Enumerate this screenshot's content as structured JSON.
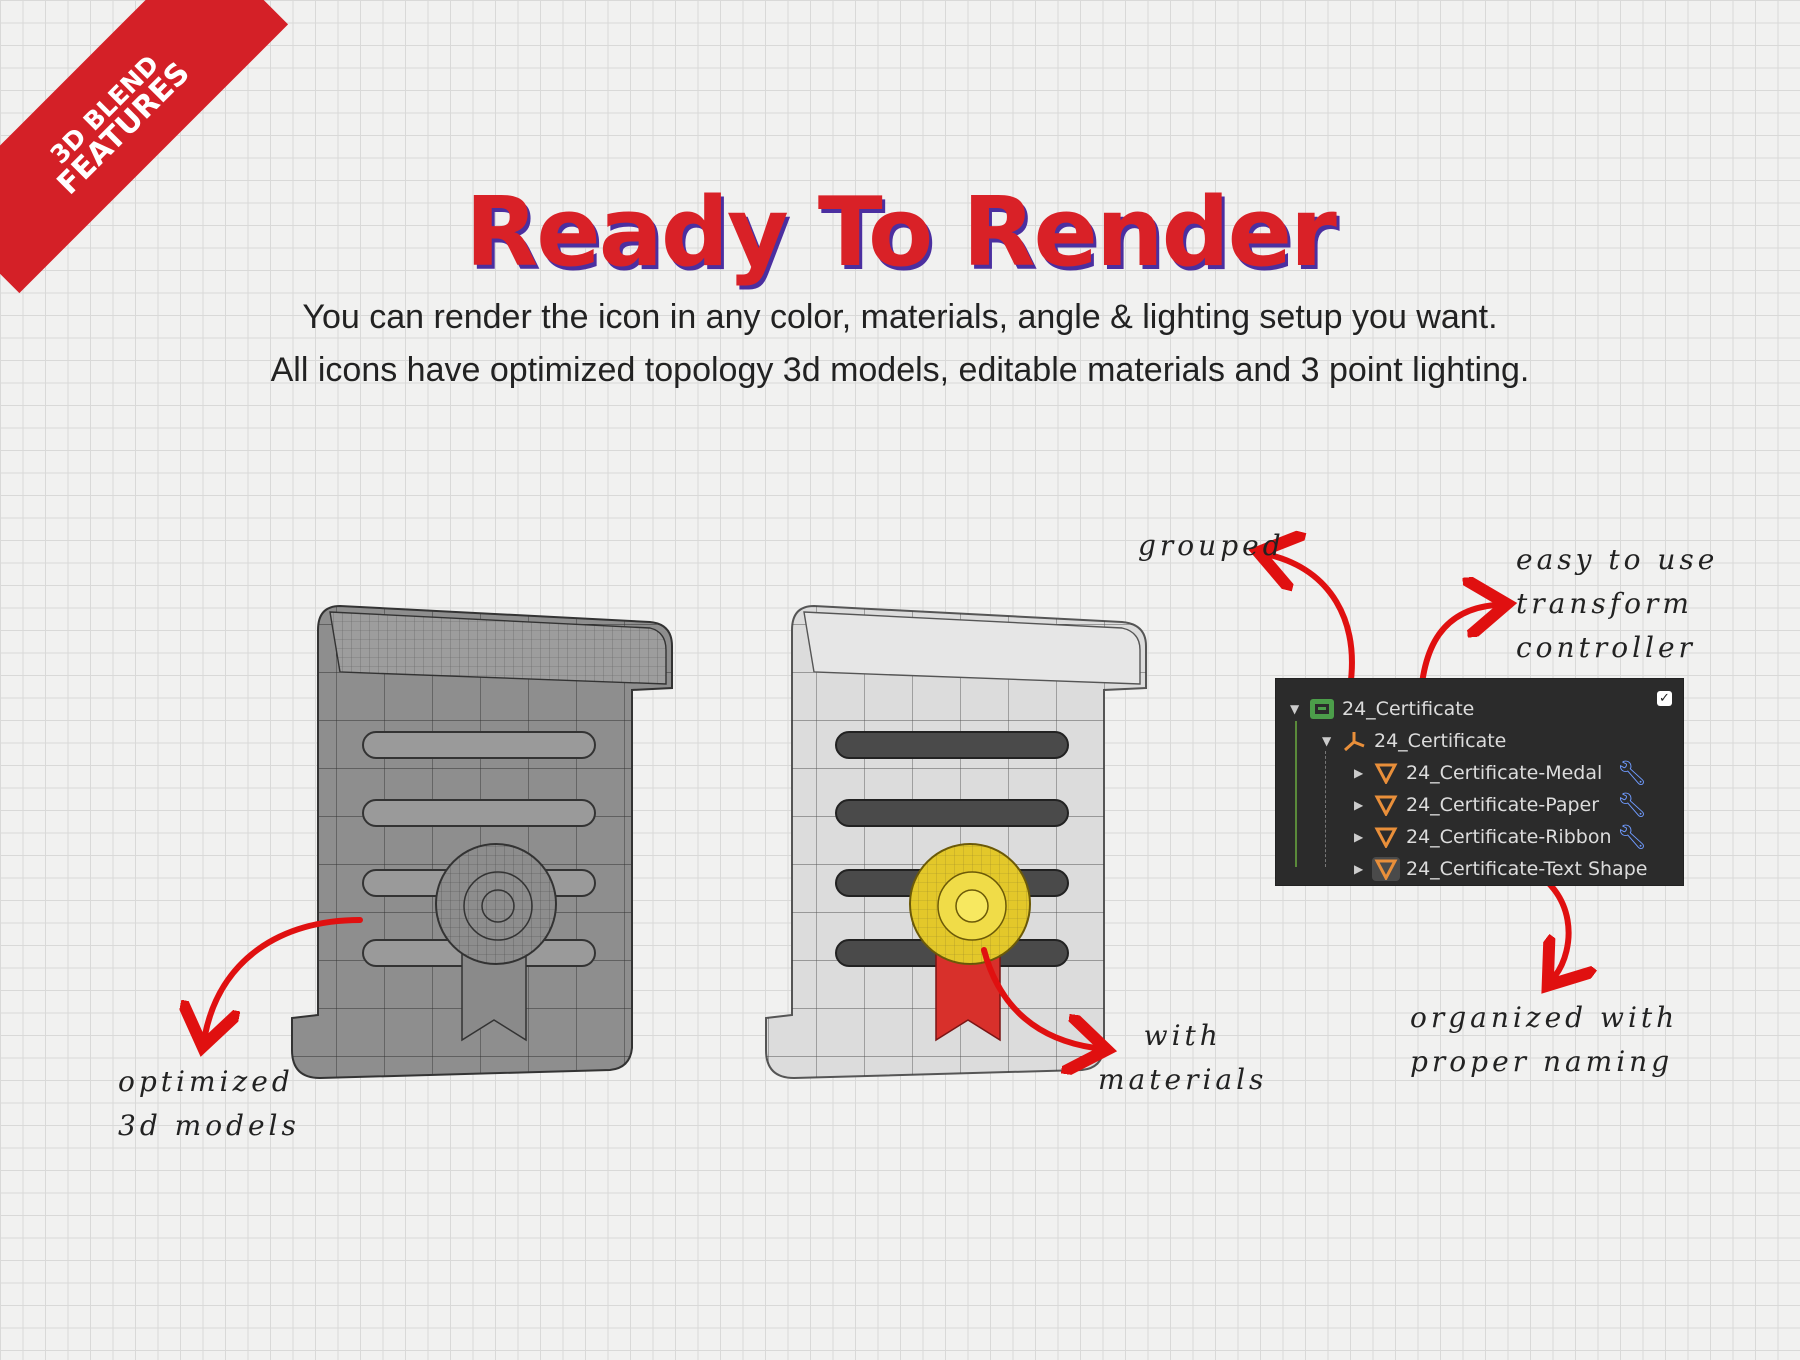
{
  "banner": {
    "line1": "3D BLEND",
    "line2": "FEATURES"
  },
  "header": {
    "title": "Ready To Render",
    "subtitle_line1": "You can render the icon in any color, materials, angle & lighting setup you want.",
    "subtitle_line2": "All icons have optimized topology 3d models, editable materials and 3 point lighting."
  },
  "annotations": {
    "optimized": [
      "optimized",
      "3d  models"
    ],
    "materials": [
      "with",
      "materials"
    ],
    "grouped": [
      "grouped"
    ],
    "transform": [
      "easy  to  use",
      "transform",
      "controller"
    ],
    "naming": [
      "organized  with",
      "proper  naming"
    ]
  },
  "outliner": {
    "items": [
      {
        "label": "24_Certificate",
        "icon": "collection-icon",
        "expanded": true
      },
      {
        "label": "24_Certificate",
        "icon": "empty-axes-icon",
        "expanded": true
      },
      {
        "label": "24_Certificate-Medal",
        "icon": "mesh-icon",
        "modifier": "wrench-icon"
      },
      {
        "label": "24_Certificate-Paper",
        "icon": "mesh-icon",
        "modifier": "wrench-icon"
      },
      {
        "label": "24_Certificate-Ribbon",
        "icon": "mesh-icon",
        "modifier": "wrench-icon"
      },
      {
        "label": "24_Certificate-Text Shape",
        "icon": "mesh-icon"
      }
    ]
  },
  "colors": {
    "accent_red": "#d92127",
    "title_shadow": "#4b2fa0",
    "medal_gold": "#e8cf2e",
    "ribbon_red": "#d8302b",
    "outliner_bg": "#2b2b2b",
    "mesh_orange": "#e98f3a"
  }
}
